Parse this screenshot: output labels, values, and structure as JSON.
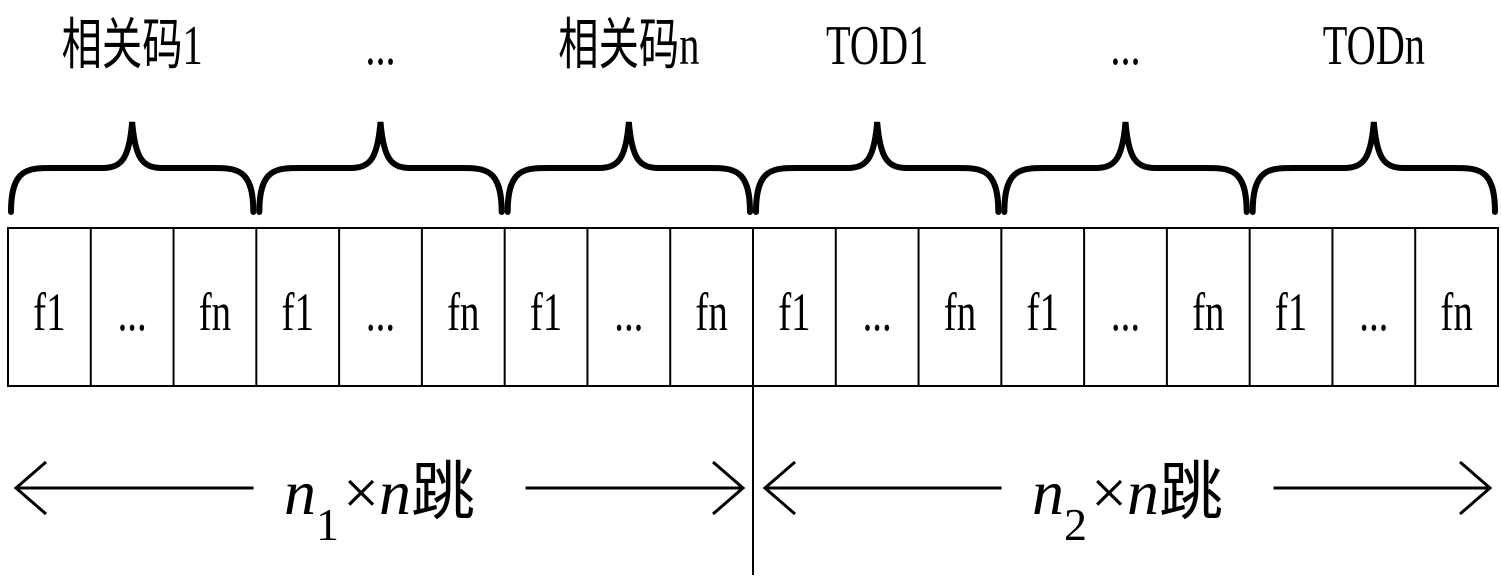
{
  "groups": [
    {
      "label": "相关码1"
    },
    {
      "label": "..."
    },
    {
      "label": "相关码n"
    },
    {
      "label": "TOD1"
    },
    {
      "label": "..."
    },
    {
      "label": "TODn"
    }
  ],
  "cells": [
    "f1",
    "...",
    "fn"
  ],
  "spans": [
    {
      "n": "n",
      "sub": "1",
      "times": "×",
      "n2": "n",
      "suffix": "跳"
    },
    {
      "n": "n",
      "sub": "2",
      "times": "×",
      "n2": "n",
      "suffix": "跳"
    }
  ]
}
